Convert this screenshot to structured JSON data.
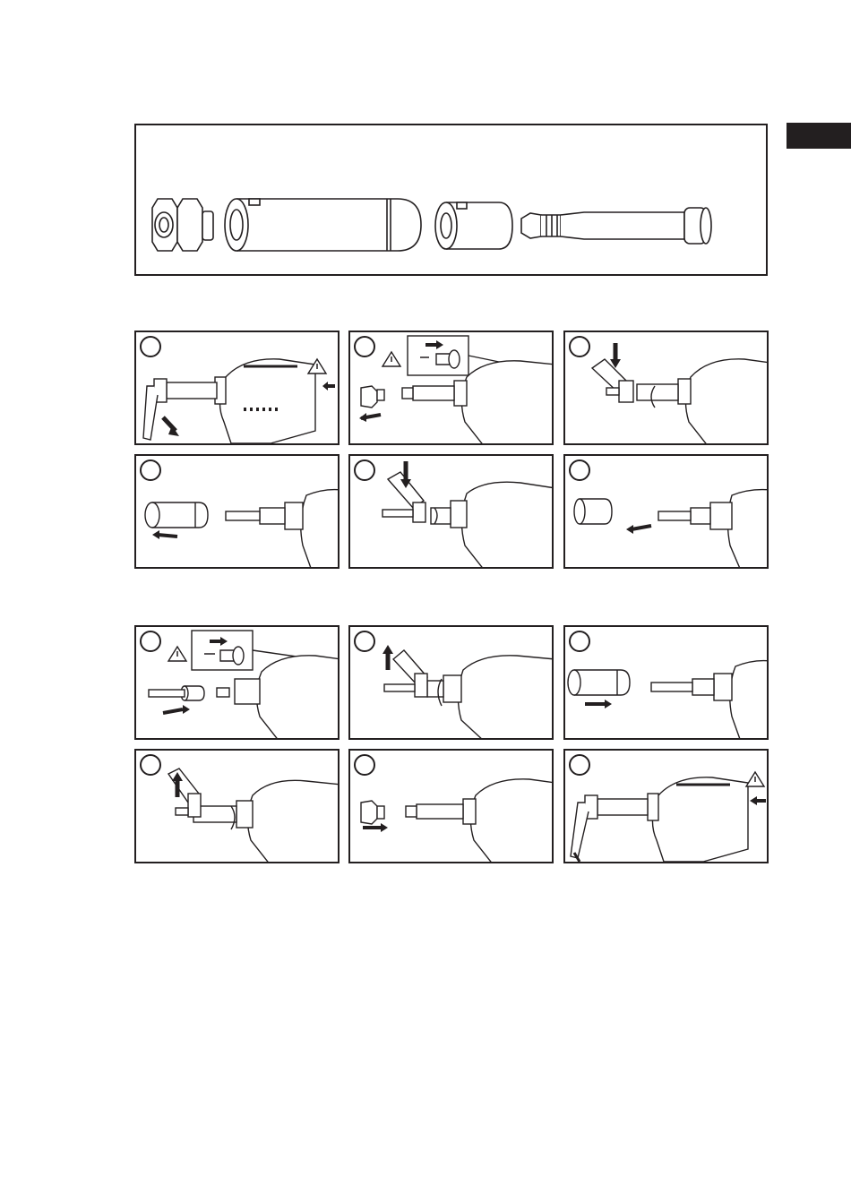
{
  "page": {
    "sections": [
      {
        "id": "parts",
        "label": ""
      },
      {
        "id": "disassembly",
        "steps": 6
      },
      {
        "id": "assembly",
        "steps": 6
      }
    ],
    "colors": {
      "ink": "#231f20",
      "paper": "#ffffff"
    },
    "icons": [
      "warning-triangle-icon",
      "arrow-icon",
      "rotation-arrow-icon",
      "step-number-circle"
    ]
  }
}
